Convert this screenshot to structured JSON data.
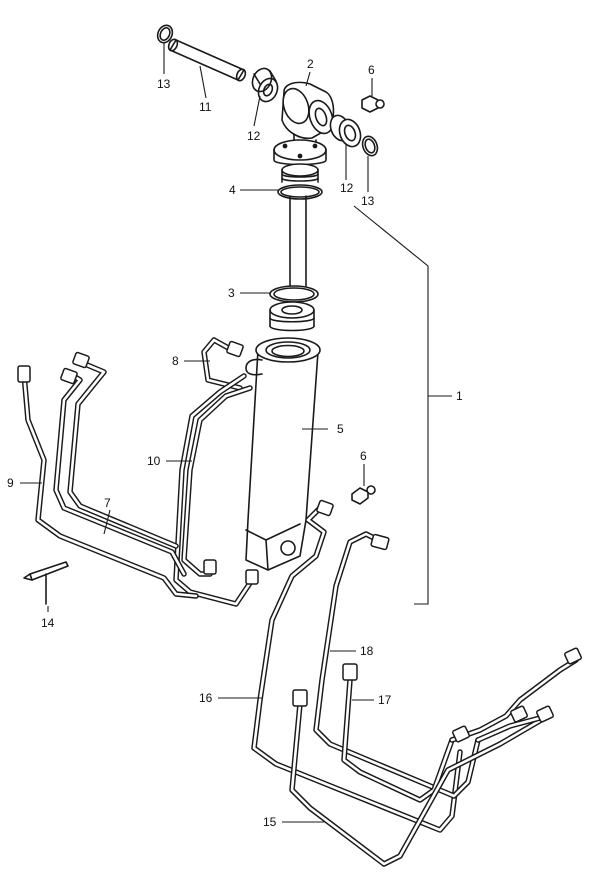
{
  "diagram": {
    "callouts": {
      "c1": "1",
      "c2": "2",
      "c3": "3",
      "c4": "4",
      "c5": "5",
      "c6a": "6",
      "c6b": "6",
      "c7": "7",
      "c8": "8",
      "c9": "9",
      "c10": "10",
      "c11": "11",
      "c12a": "12",
      "c12b": "12",
      "c13a": "13",
      "c13b": "13",
      "c14": "14",
      "c15": "15",
      "c16": "16",
      "c17": "17",
      "c18": "18"
    },
    "colors": {
      "line": "#1a1a1a",
      "background": "#ffffff"
    }
  }
}
